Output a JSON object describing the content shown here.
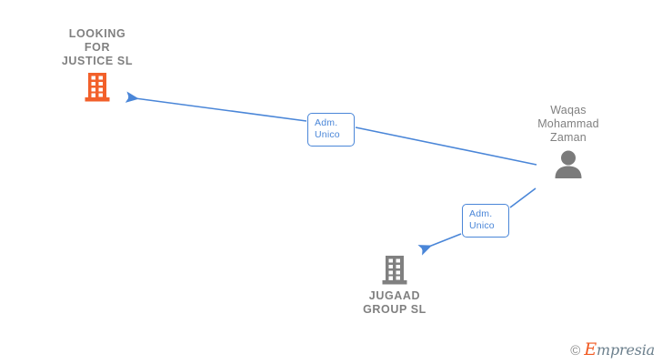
{
  "diagram": {
    "background_color": "#ffffff",
    "edge_color": "#4a86d8",
    "nodes": [
      {
        "id": "looking-for-justice",
        "label": "LOOKING\nFOR\nJUSTICE  SL",
        "type": "company",
        "icon": "building-icon",
        "color": "#f2602a"
      },
      {
        "id": "waqas",
        "label": "Waqas\nMohammad\nZaman",
        "type": "person",
        "icon": "person-icon",
        "color": "#7b7b7b"
      },
      {
        "id": "jugaad",
        "label": "JUGAAD\nGROUP  SL",
        "type": "company",
        "icon": "building-icon",
        "color": "#808080"
      }
    ],
    "edges": [
      {
        "id": "edge-1",
        "label": "Adm.\nUnico",
        "from": "waqas",
        "to": "looking-for-justice"
      },
      {
        "id": "edge-2",
        "label": "Adm.\nUnico",
        "from": "waqas",
        "to": "jugaad"
      }
    ]
  },
  "watermark": {
    "copyright": "©",
    "brand_initial": "E",
    "brand_rest": "mpresia"
  }
}
